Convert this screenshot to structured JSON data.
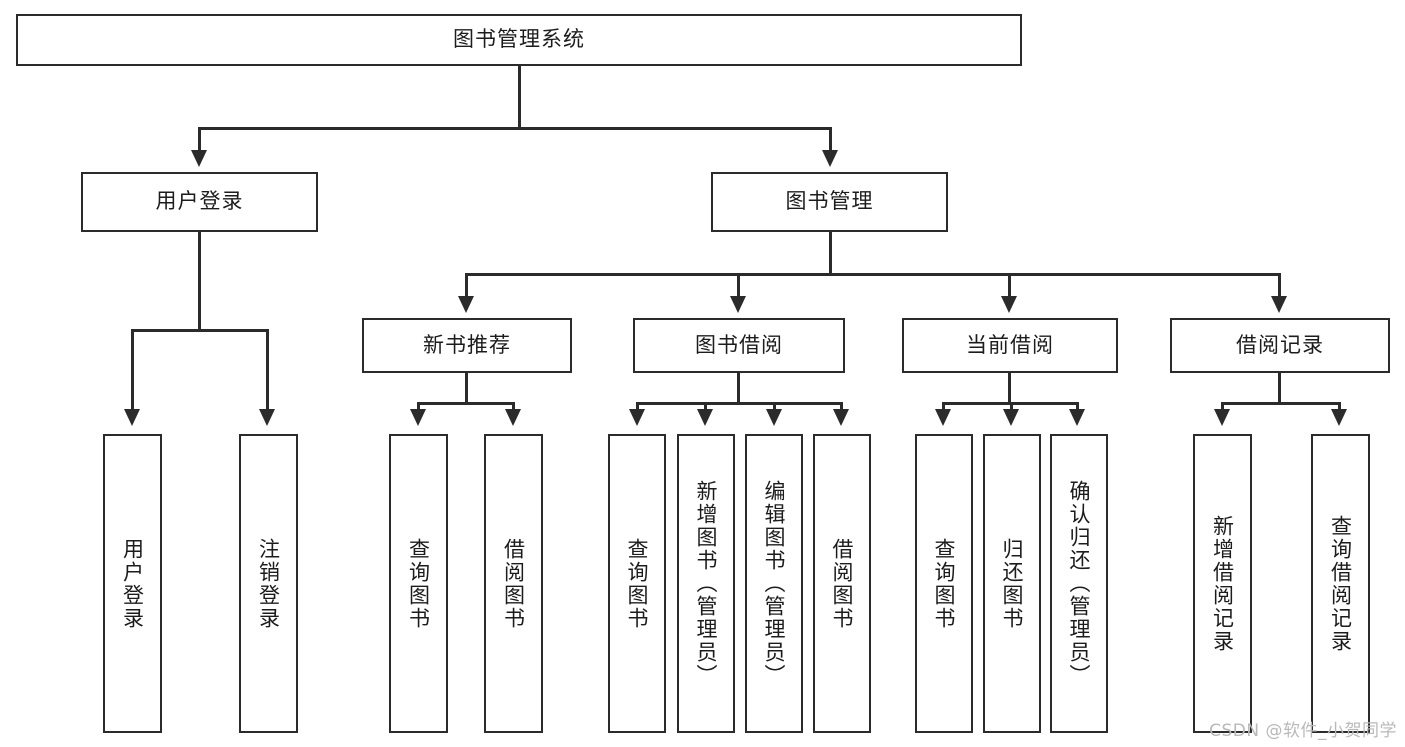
{
  "diagram": {
    "type": "tree-hierarchy",
    "title": "图书管理系统",
    "root": {
      "label": "图书管理系统"
    },
    "level2": [
      {
        "label": "用户登录"
      },
      {
        "label": "图书管理"
      }
    ],
    "level3": [
      {
        "label": "新书推荐"
      },
      {
        "label": "图书借阅"
      },
      {
        "label": "当前借阅"
      },
      {
        "label": "借阅记录"
      }
    ],
    "leaves": [
      {
        "label": "用户登录",
        "parent": "用户登录"
      },
      {
        "label": "注销登录",
        "parent": "用户登录"
      },
      {
        "label": "查询图书",
        "parent": "新书推荐"
      },
      {
        "label": "借阅图书",
        "parent": "新书推荐"
      },
      {
        "label": "查询图书",
        "parent": "图书借阅"
      },
      {
        "label": "新增图书（管理员）",
        "parent": "图书借阅"
      },
      {
        "label": "编辑图书（管理员）",
        "parent": "图书借阅"
      },
      {
        "label": "借阅图书",
        "parent": "图书借阅"
      },
      {
        "label": "查询图书",
        "parent": "当前借阅"
      },
      {
        "label": "归还图书",
        "parent": "当前借阅"
      },
      {
        "label": "确认归还（管理员）",
        "parent": "当前借阅"
      },
      {
        "label": "新增借阅记录",
        "parent": "借阅记录"
      },
      {
        "label": "查询借阅记录",
        "parent": "借阅记录"
      }
    ]
  },
  "watermark": {
    "text": "CSDN @软件_小贺同学"
  },
  "colors": {
    "stroke": "#2b2b2b",
    "background": "#ffffff",
    "text": "#1c1c1c",
    "watermark": "#b9b9b9"
  }
}
